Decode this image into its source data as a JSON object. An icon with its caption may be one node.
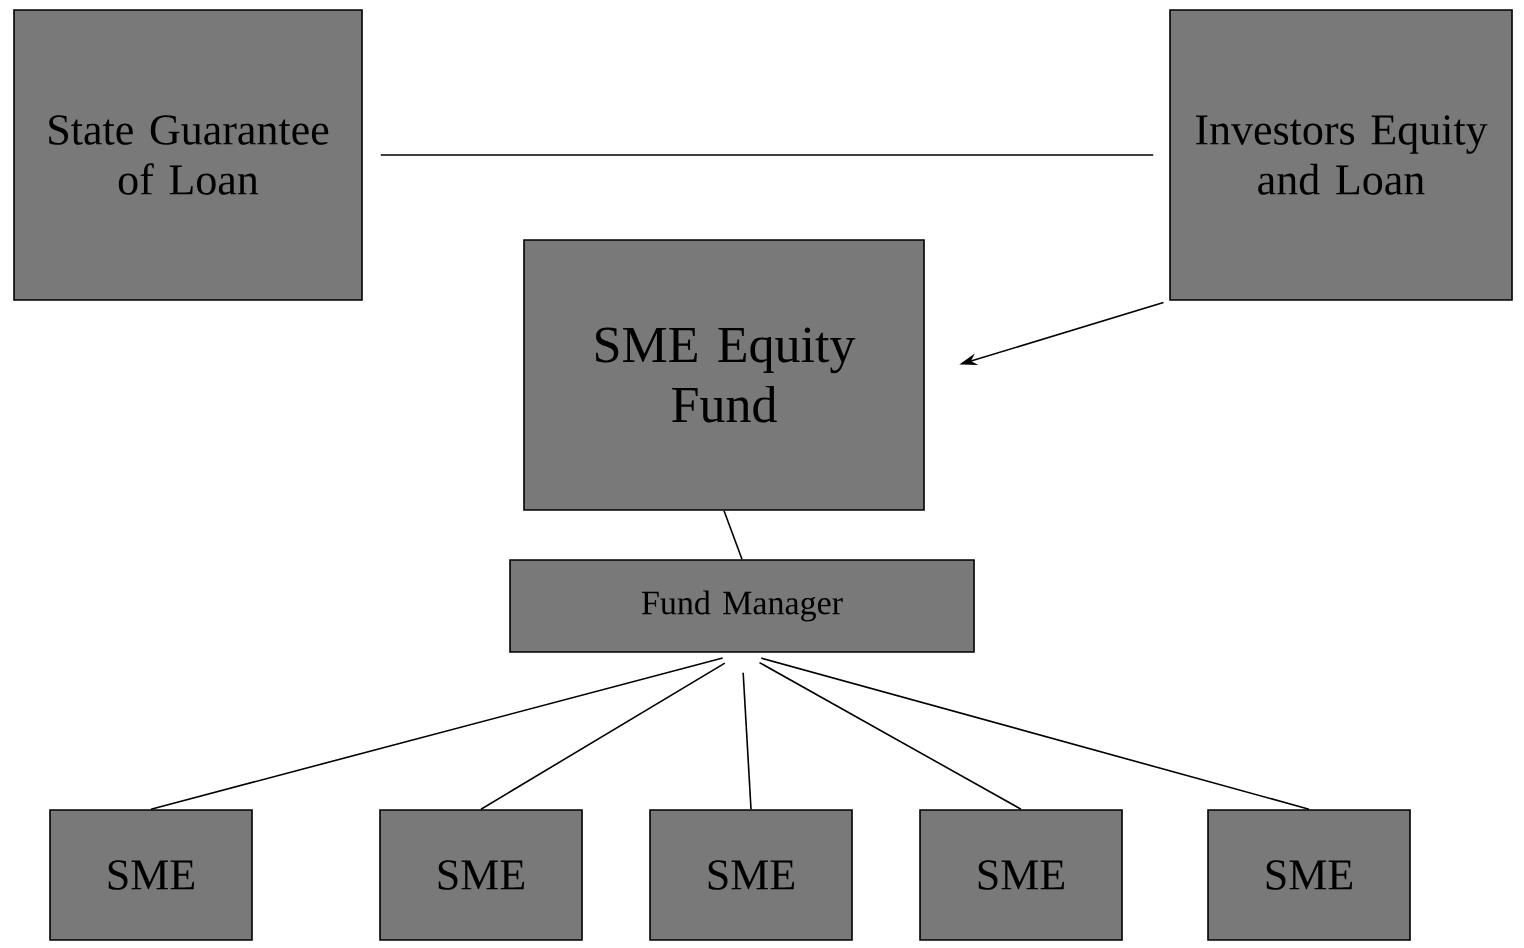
{
  "diagram": {
    "nodes": [
      {
        "text": [
          "State Guarantee of Loan"
        ]
      },
      {
        "text": [
          "Investors Equity and Loan"
        ]
      },
      {
        "text": [
          "SME Equity Fund"
        ]
      },
      {
        "text": [
          "Fund Manager"
        ]
      },
      {
        "text": [
          "SME"
        ]
      },
      {
        "text": [
          "SME"
        ]
      },
      {
        "text": [
          "SME"
        ]
      },
      {
        "text": [
          "SME"
        ]
      },
      {
        "text": [
          "SME"
        ]
      }
    ],
    "edges": [
      {
        "from": 0,
        "to": 1,
        "arrow": "none"
      },
      {
        "from": 1,
        "to": 2,
        "arrow": "to"
      },
      {
        "from": 2,
        "to": 3,
        "arrow": "none"
      },
      {
        "from": 3,
        "to": 4,
        "arrow": "none"
      },
      {
        "from": 3,
        "to": 5,
        "arrow": "none"
      },
      {
        "from": 3,
        "to": 6,
        "arrow": "none"
      },
      {
        "from": 3,
        "to": 7,
        "arrow": "none"
      },
      {
        "from": 3,
        "to": 8,
        "arrow": "none"
      }
    ]
  }
}
